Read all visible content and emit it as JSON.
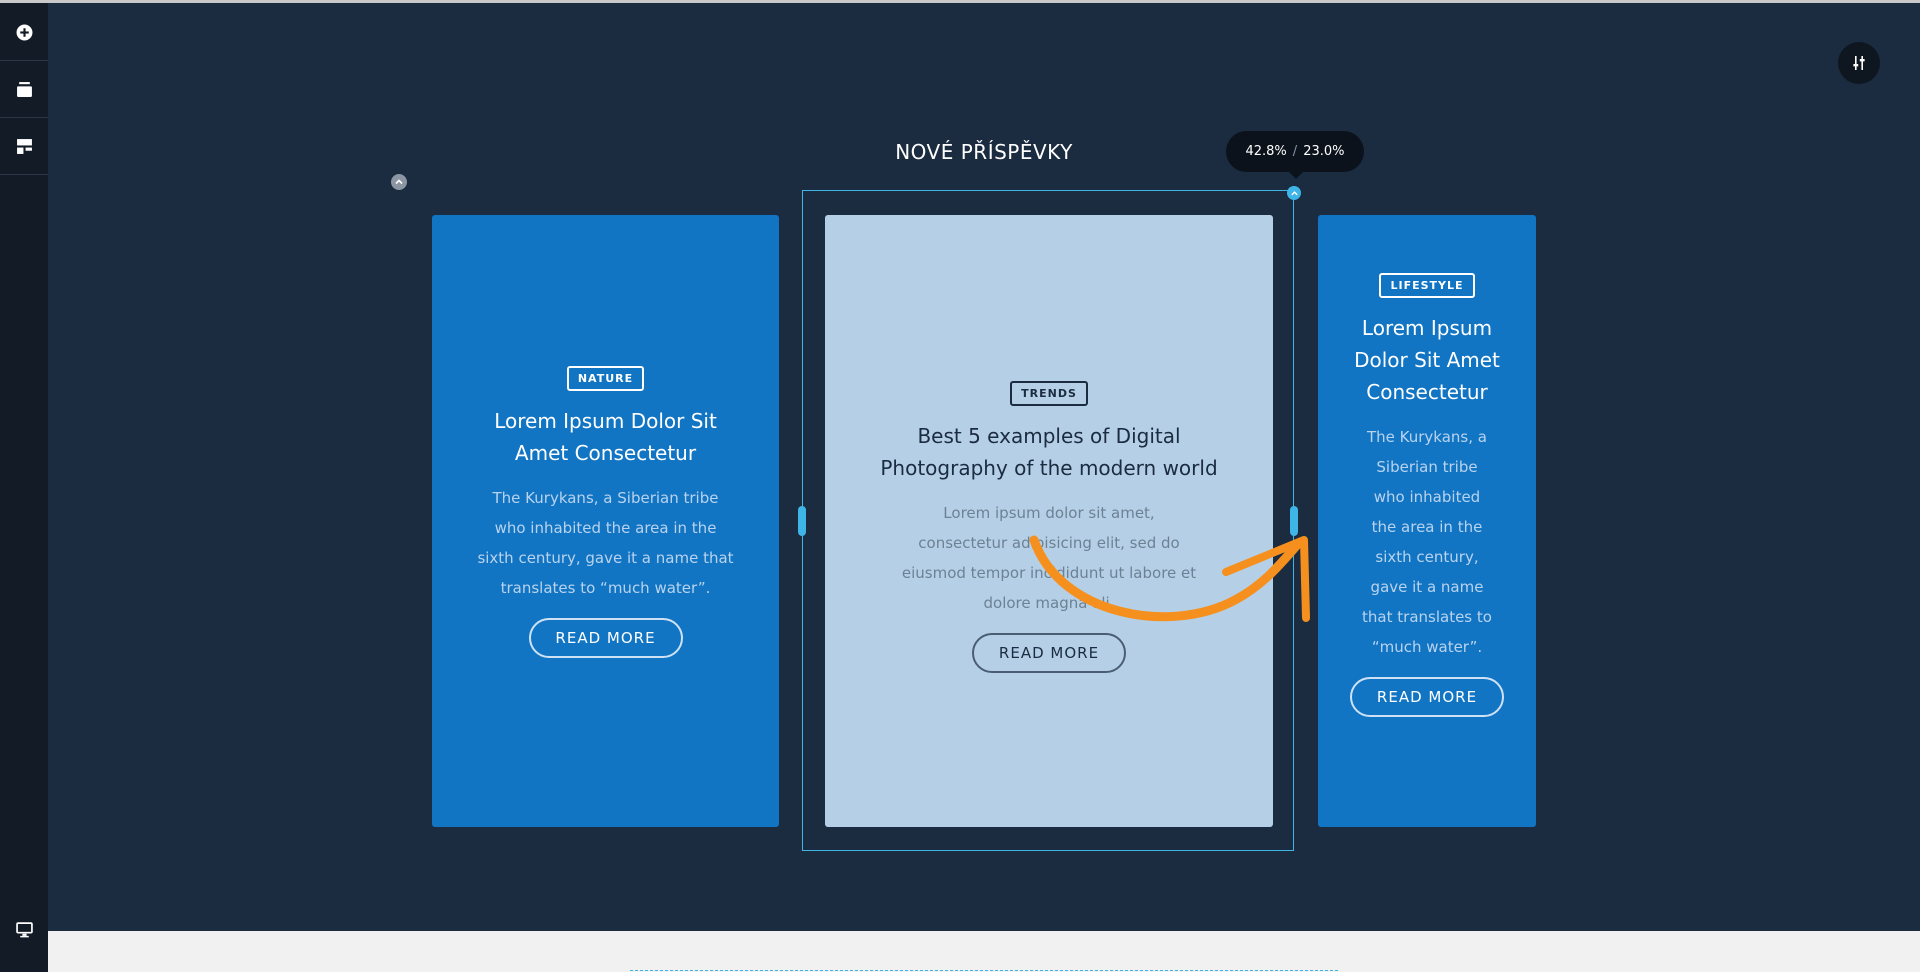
{
  "toolbar": {
    "icons": [
      "plus-circle-icon",
      "layers-icon",
      "layout-icon",
      "desktop-icon"
    ]
  },
  "section": {
    "title": "NOVÉ PŘÍSPĚVKY"
  },
  "size_tooltip": {
    "width": "42.8%",
    "separator": "/",
    "height": "23.0%"
  },
  "cards": [
    {
      "badge": "NATURE",
      "title": "Lorem Ipsum Dolor Sit Amet Consectetur",
      "text": "The Kurykans, a Siberian tribe who inhabited the area in the sixth century, gave it a name that translates to “much water”.",
      "button": "READ MORE"
    },
    {
      "badge": "TRENDS",
      "title": "Best 5 examples of Digital Photography of the modern world",
      "text": "Lorem ipsum dolor sit amet, consectetur adipisicing elit, sed do eiusmod tempor incididunt ut labore et dolore magna ali.",
      "button": "READ MORE"
    },
    {
      "badge": "LIFESTYLE",
      "title": "Lorem Ipsum Dolor Sit Amet Consectetur",
      "text": "The Kurykans, a Siberian tribe who inhabited the area in the sixth century, gave it a name that translates to “much water”.",
      "button": "READ MORE"
    }
  ],
  "colors": {
    "canvas_bg": "#1b2b40",
    "card_blue": "#1175c4",
    "card_selected": "#b5d0e6",
    "selection": "#3fb4e6",
    "annotation_arrow": "#f5901e"
  }
}
